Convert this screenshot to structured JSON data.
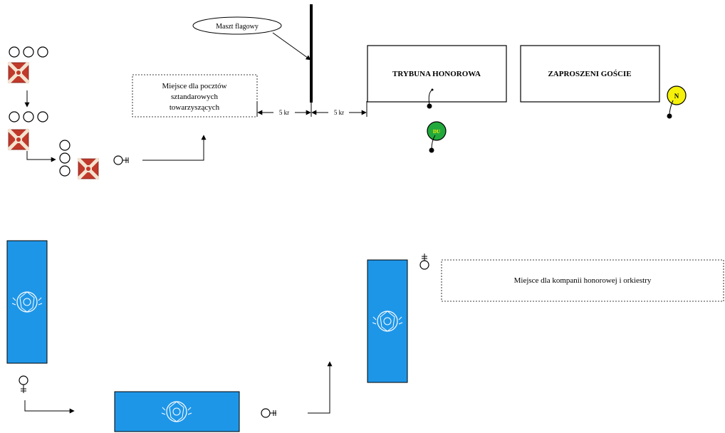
{
  "mast_label": "Maszt flagowy",
  "distance_left": "5 kr",
  "distance_right": "5 kr",
  "escort_area_label": [
    "Miejsce dla pocztów",
    "sztandarowych",
    "towarzyszących"
  ],
  "honor_stand_label": "TRYBUNA HONOROWA",
  "guests_label": "ZAPROSZENI GOŚCIE",
  "commander_badge": "DU",
  "guest_badge": "N",
  "honor_company_area_label": "Miejsce dla kompanii honorowej i orkiestry",
  "colors": {
    "banner_blue": "#1e96e8",
    "flag_red": "#c0392b",
    "badge_green": "#22a93c",
    "badge_yellow": "#f5f10a",
    "line": "#000000"
  }
}
